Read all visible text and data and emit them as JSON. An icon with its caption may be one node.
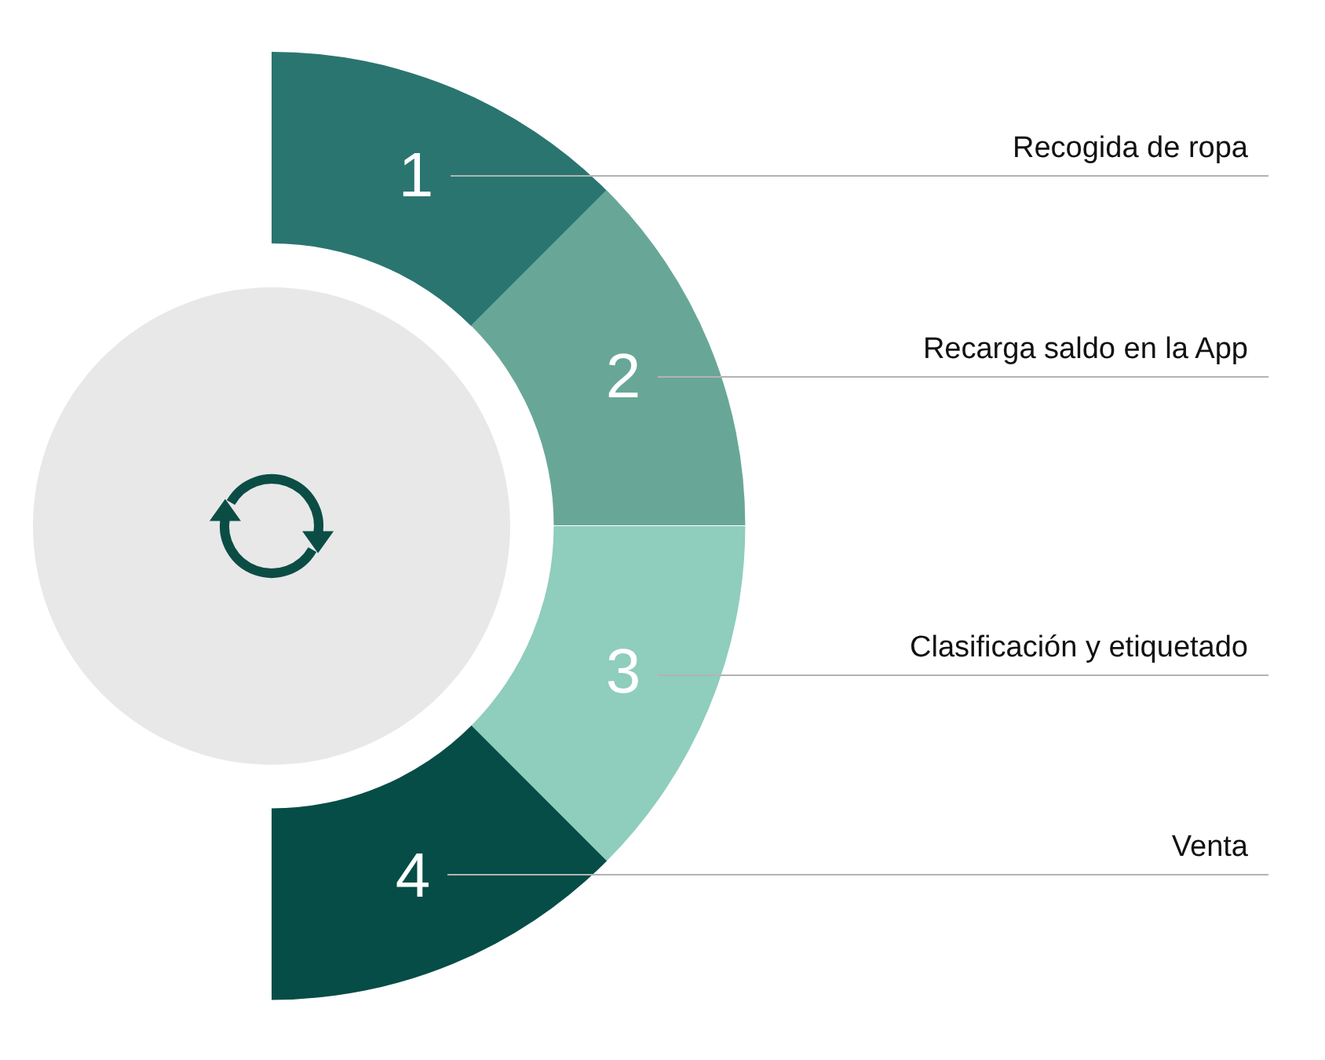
{
  "diagram": {
    "nodes": [
      {
        "text": [
          "1"
        ]
      },
      {
        "text": [
          "2"
        ]
      },
      {
        "text": [
          "3"
        ]
      },
      {
        "text": [
          "4"
        ]
      },
      {
        "text": [
          "Recogida de ropa"
        ]
      },
      {
        "text": [
          "Recarga saldo en la App"
        ]
      },
      {
        "text": [
          "Clasificación y etiquetado"
        ]
      },
      {
        "text": [
          "Venta"
        ]
      }
    ],
    "edges": [
      {
        "from": 4,
        "to": 0,
        "arrow": "none"
      },
      {
        "from": 5,
        "to": 1,
        "arrow": "none"
      },
      {
        "from": 6,
        "to": 2,
        "arrow": "none"
      },
      {
        "from": 7,
        "to": 3,
        "arrow": "none"
      }
    ]
  }
}
